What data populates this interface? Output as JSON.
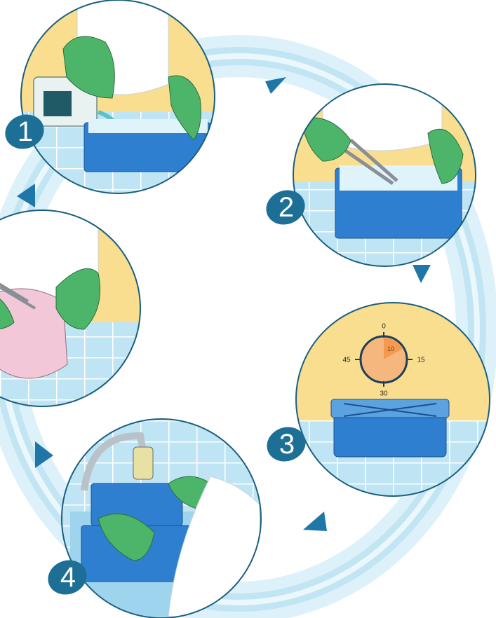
{
  "steps": [
    {
      "number": "1"
    },
    {
      "number": "2"
    },
    {
      "number": "3"
    },
    {
      "number": "4"
    }
  ],
  "timer": {
    "marks": [
      "0",
      "15",
      "30",
      "45"
    ],
    "elapsed_label": "10",
    "elapsed_minutes": 10
  },
  "colors": {
    "badge": "#1d6f95",
    "arrow": "#1f77a8",
    "ring_glow": "#bfe6f5",
    "circle_border": "#1b5f7e",
    "wall": "#f8de8e",
    "tile": "#b7e2f4",
    "tub": "#2f7fd0",
    "glove": "#4cb56a",
    "timer_wedge": "#f49a4e",
    "timer_face": "#f6b77e"
  }
}
